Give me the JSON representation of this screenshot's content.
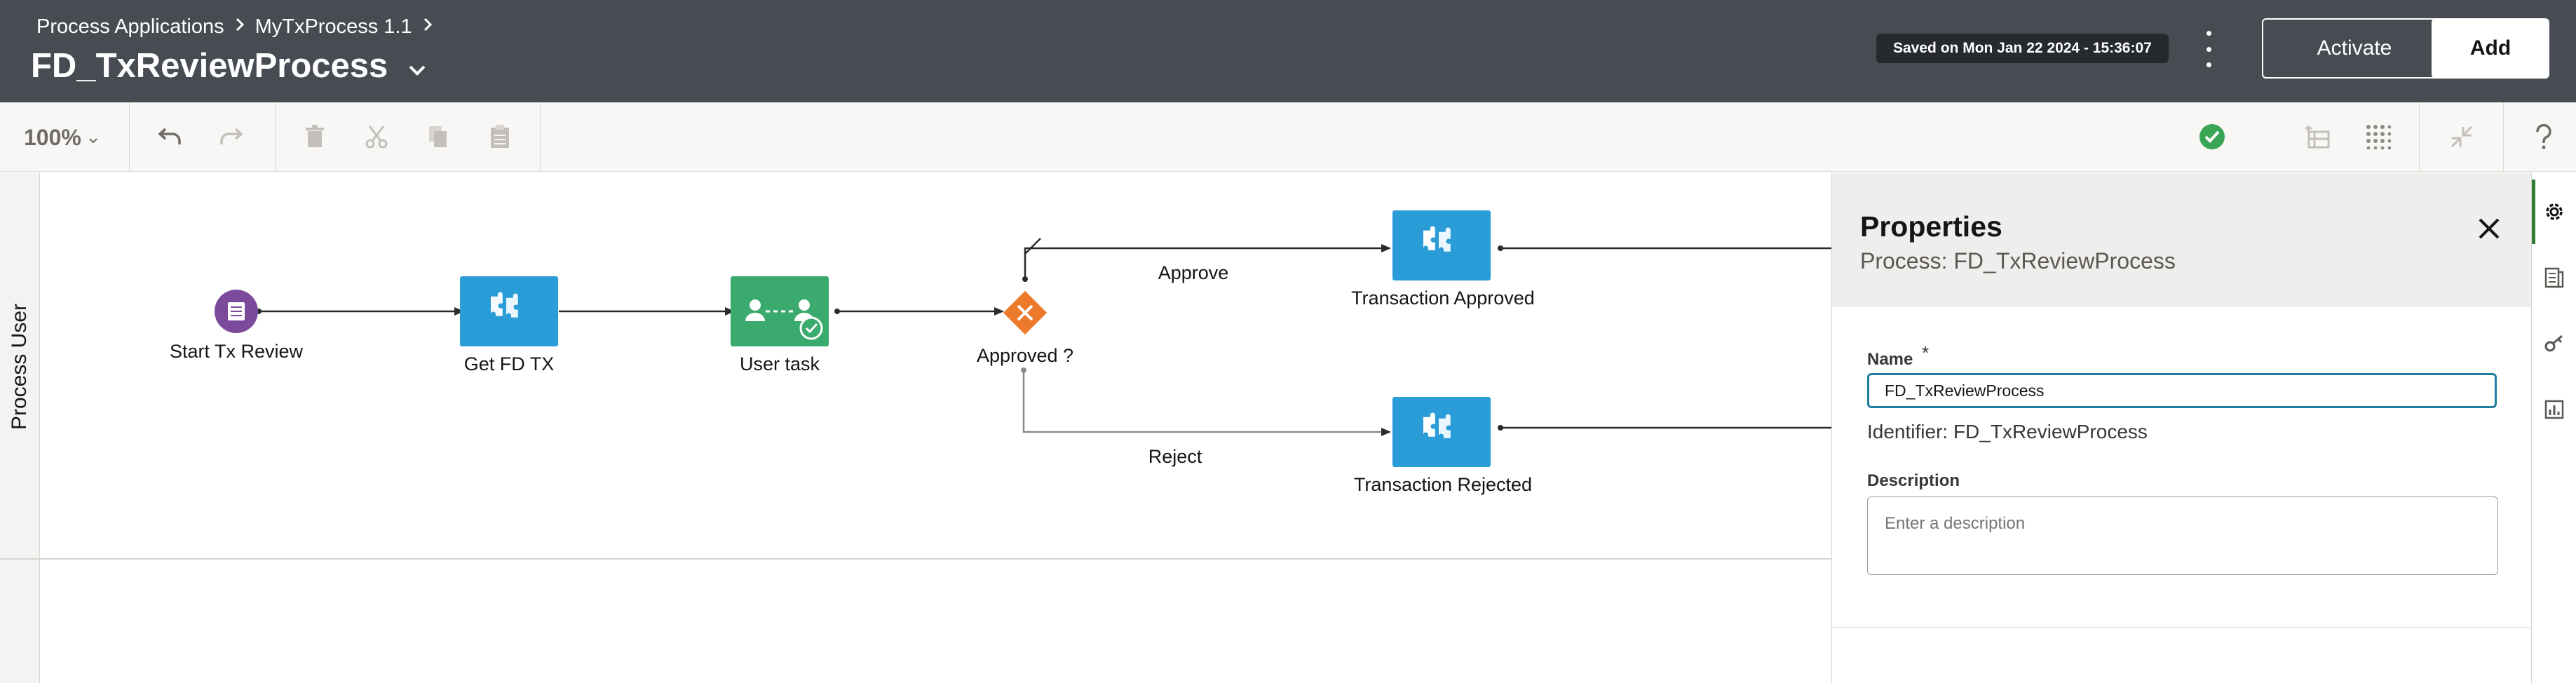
{
  "header": {
    "breadcrumbs": [
      "Process Applications",
      "MyTxProcess 1.1"
    ],
    "title": "FD_TxReviewProcess",
    "saved_status": "Saved on Mon Jan 22 2024 - 15:36:07",
    "activate_label": "Activate",
    "add_label": "Add"
  },
  "toolbar": {
    "zoom": "100%"
  },
  "lane": {
    "label": "Process User"
  },
  "diagram": {
    "nodes": {
      "start": "Start Tx Review",
      "get_fd_tx": "Get FD TX",
      "user_task": "User task",
      "gateway": "Approved ?",
      "tx_approved": "Transaction Approved",
      "tx_rejected": "Transaction Rejected"
    },
    "edges": {
      "approve": "Approve",
      "reject": "Reject"
    }
  },
  "properties": {
    "title": "Properties",
    "subtitle": "Process: FD_TxReviewProcess",
    "name_label": "Name",
    "required_mark": "*",
    "name_value": "FD_TxReviewProcess",
    "identifier": "Identifier: FD_TxReviewProcess",
    "description_label": "Description",
    "description_placeholder": "Enter a description"
  }
}
